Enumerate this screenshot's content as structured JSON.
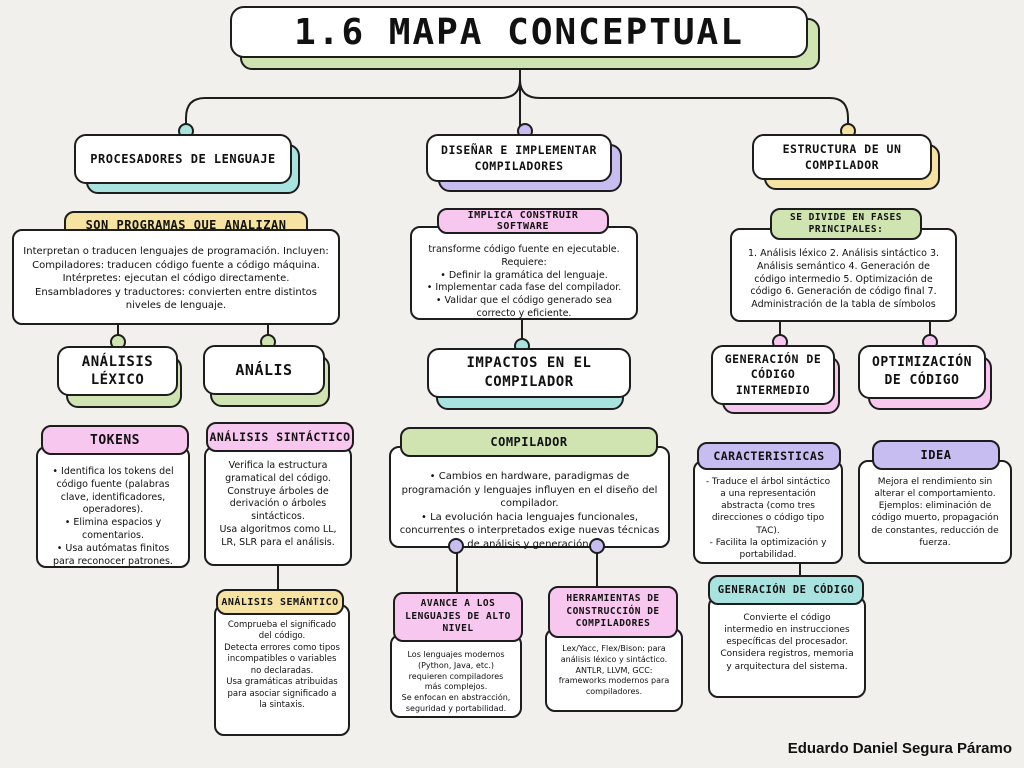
{
  "title": "1.6 MAPA CONCEPTUAL",
  "author": "Eduardo Daniel Segura Páramo",
  "col1": {
    "header": "PROCESADORES DE LENGUAJE",
    "sub": "SON PROGRAMAS QUE ANALIZAN",
    "desc_intro": "Interpretan o traducen lenguajes de programación. Incluyen:",
    "desc_items": [
      "Compiladores: traducen código fuente a código máquina.",
      "Intérpretes: ejecutan el código directamente.",
      "Ensambladores y traductores: convierten entre distintos niveles de lenguaje."
    ],
    "lexico": "ANÁLISIS LÉXICO",
    "analis": "ANÁLIS",
    "tokens_label": "TOKENS",
    "tokens_items": [
      "• Identifica los tokens del código fuente (palabras clave, identificadores, operadores).",
      "• Elimina espacios y comentarios.",
      "• Usa autómatas finitos para reconocer patrones."
    ],
    "sintactico_label": "ANÁLISIS SINTÁCTICO",
    "sintactico_items": [
      "Verifica la estructura gramatical del código.",
      "Construye árboles de derivación o árboles sintácticos.",
      "Usa algoritmos como LL, LR, SLR para el análisis."
    ],
    "semantico_label": "ANÁLISIS SEMÁNTICO",
    "semantico_items": [
      "Comprueba el significado del código.",
      "Detecta errores como tipos incompatibles o variables no declaradas.",
      "Usa gramáticas atribuidas para asociar significado a la sintaxis."
    ]
  },
  "col2": {
    "header": "DISEÑAR E IMPLEMENTAR COMPILADORES",
    "sub": "IMPLICA CONSTRUIR SOFTWARE",
    "desc_intro": "transforme código fuente en ejecutable. Requiere:",
    "desc_items": [
      "• Definir la gramática del lenguaje.",
      "• Implementar cada fase del compilador.",
      "• Validar que el código generado sea correcto y eficiente."
    ],
    "impactos": "IMPACTOS EN EL COMPILADOR",
    "compilador_label": "COMPILADOR",
    "compilador_items": [
      "• Cambios en hardware, paradigmas de programación y lenguajes influyen en el diseño del compilador.",
      "• La evolución hacia lenguajes funcionales, concurrentes o interpretados exige nuevas técnicas de análisis y generación."
    ],
    "avance_label": "AVANCE A LOS LENGUAJES DE ALTO NIVEL",
    "avance_items": [
      "Los lenguajes modernos (Python, Java, etc.) requieren compiladores más complejos.",
      "Se enfocan en abstracción, seguridad y portabilidad."
    ],
    "herramientas_label": "HERRAMIENTAS DE CONSTRUCCIÓN DE COMPILADORES",
    "herramientas_items": [
      "Lex/Yacc, Flex/Bison: para análisis léxico y sintáctico.",
      "ANTLR, LLVM, GCC: frameworks modernos para compiladores."
    ]
  },
  "col3": {
    "header": "ESTRUCTURA DE UN COMPILADOR",
    "sub": "SE DIVIDE EN FASES PRINCIPALES:",
    "desc": "1.  Análisis léxico 2.  Análisis sintáctico 3.  Análisis semántico 4.  Generación de código intermedio 5.  Optimización de código 6.  Generación de código final 7.  Administración de la tabla de símbolos",
    "intermedio": "GENERACIÓN DE CÓDIGO INTERMEDIO",
    "optimizacion": "OPTIMIZACIÓN DE CÓDIGO",
    "caracteristicas_label": "CARACTERISTICAS",
    "caracteristicas_items": [
      "- Traduce el árbol sintáctico a una representación abstracta (como tres direcciones o código tipo TAC).",
      "- Facilita la optimización y portabilidad."
    ],
    "idea_label": "IDEA",
    "idea_items": [
      "Mejora el rendimiento sin alterar el comportamiento.",
      "Ejemplos: eliminación de código muerto, propagación de constantes, reducción de fuerza."
    ],
    "generacion_label": "GENERACIÓN DE CÓDIGO",
    "generacion_items": [
      "Convierte el código intermedio en instrucciones específicas del procesador.",
      "Considera registros, memoria y arquitectura del sistema."
    ]
  }
}
